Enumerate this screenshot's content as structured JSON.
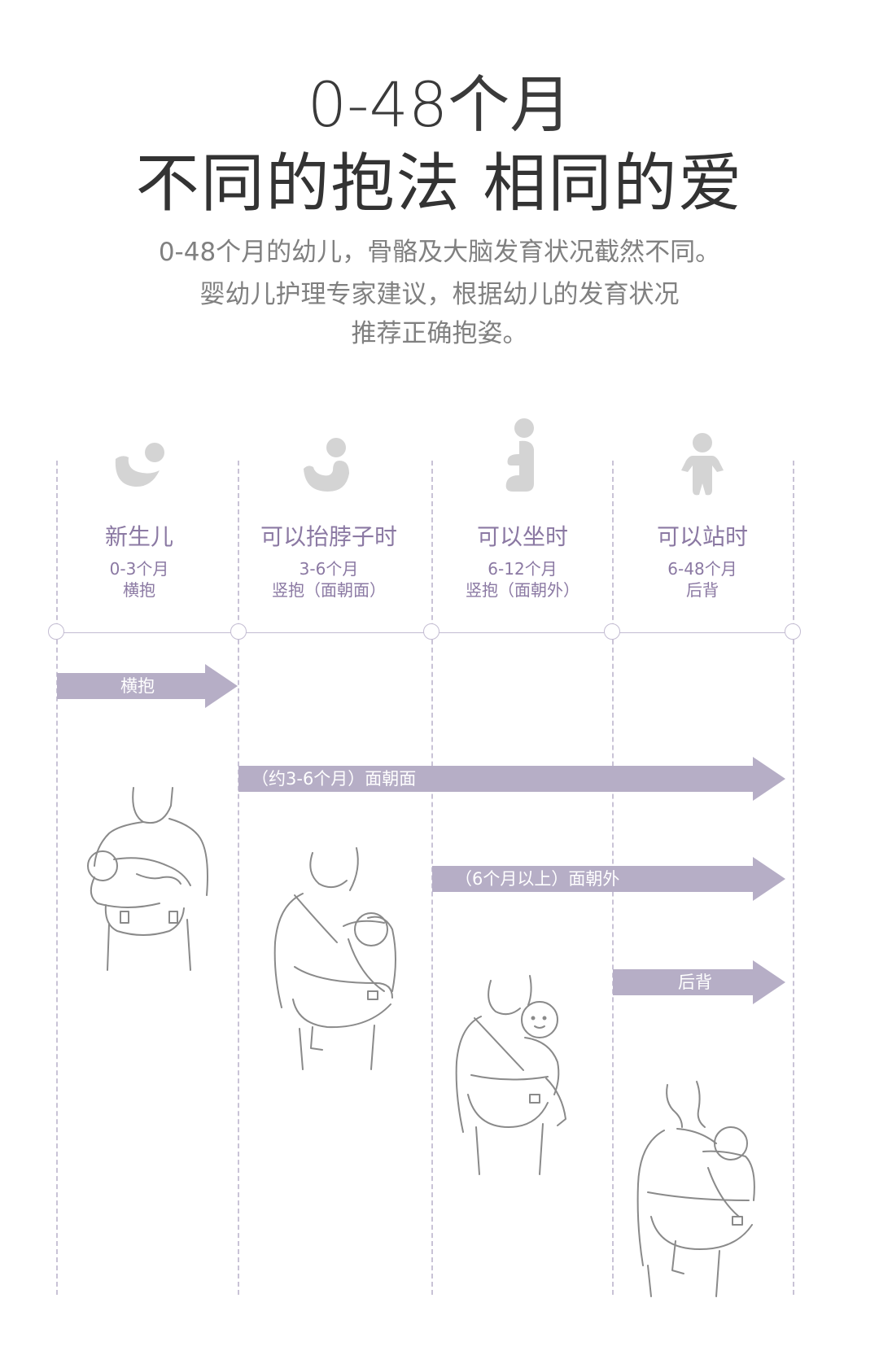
{
  "header": {
    "title_line1": "0-48个月",
    "title_line2": "不同的抱法 相同的爱",
    "intro_lines": [
      "0-48个月的幼儿，骨骼及大脑发育状况截然不同。",
      "婴幼儿护理专家建议，根据幼儿的发育状况",
      "推荐正确抱姿。"
    ]
  },
  "stages": [
    {
      "name": "新生儿",
      "age": "0-3个月",
      "hold": "横抱",
      "icon": "newborn-lying-icon"
    },
    {
      "name": "可以抬脖子时",
      "age": "3-6个月",
      "hold": "竖抱（面朝面）",
      "icon": "baby-head-up-icon"
    },
    {
      "name": "可以坐时",
      "age": "6-12个月",
      "hold": "竖抱（面朝外）",
      "icon": "baby-sitting-icon"
    },
    {
      "name": "可以站时",
      "age": "6-48个月",
      "hold": "后背",
      "icon": "child-standing-icon"
    }
  ],
  "arrows": [
    {
      "label": "横抱"
    },
    {
      "label": "（约3-6个月）面朝面"
    },
    {
      "label": "（6个月以上）面朝外"
    },
    {
      "label": "后背"
    }
  ],
  "colors": {
    "accent": "#8b79a3",
    "arrow_fill": "#b6aec6",
    "icon_fill": "#d4d4d4",
    "line": "#c3bcd2"
  }
}
